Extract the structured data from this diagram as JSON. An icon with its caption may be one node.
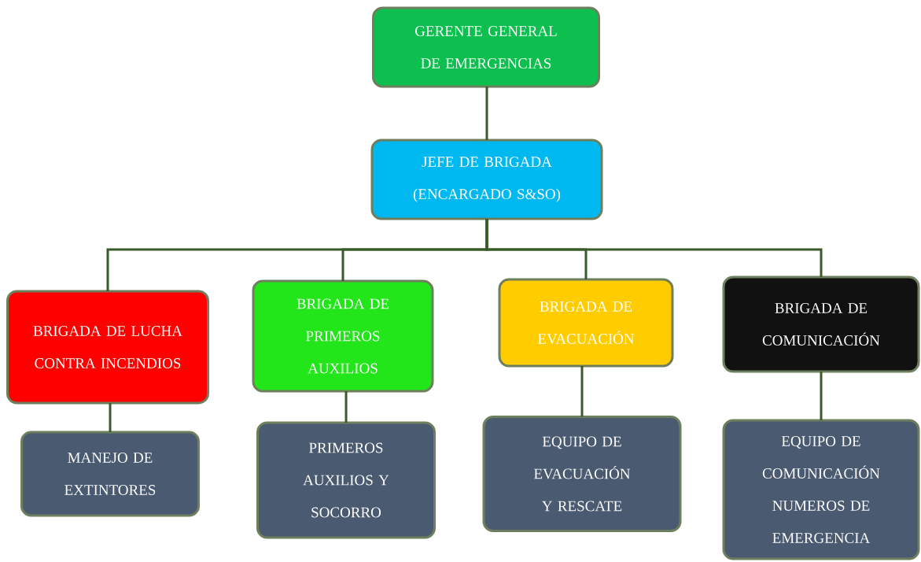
{
  "diagram": {
    "nodes": [
      {
        "text": [
          "GERENTE GENERAL DE EMERGENCIAS"
        ]
      },
      {
        "text": [
          "JEFE DE BRIGADA (ENCARGADO S&SO)"
        ]
      },
      {
        "text": [
          "BRIGADA DE LUCHA CONTRA INCENDIOS"
        ]
      },
      {
        "text": [
          "BRIGADA DE PRIMEROS AUXILIOS"
        ]
      },
      {
        "text": [
          "BRIGADA DE EVACUACIÓN"
        ]
      },
      {
        "text": [
          "BRIGADA DE COMUNICACIÓN"
        ]
      },
      {
        "text": [
          "MANEJO DE EXTINTORES"
        ]
      },
      {
        "text": [
          "PRIMEROS AUXILIOS Y SOCORRO"
        ]
      },
      {
        "text": [
          "EQUIPO DE EVACUACIÓN Y RESCATE"
        ]
      },
      {
        "text": [
          "EQUIPO DE COMUNICACIÓN NUMEROS DE EMERGENCIA"
        ]
      }
    ],
    "edges": [
      {
        "from": 0,
        "to": 1,
        "arrow": "none"
      },
      {
        "from": 1,
        "to": 2,
        "arrow": "none"
      },
      {
        "from": 1,
        "to": 3,
        "arrow": "none"
      },
      {
        "from": 1,
        "to": 4,
        "arrow": "none"
      },
      {
        "from": 1,
        "to": 5,
        "arrow": "none"
      },
      {
        "from": 2,
        "to": 6,
        "arrow": "none"
      },
      {
        "from": 3,
        "to": 7,
        "arrow": "none"
      },
      {
        "from": 4,
        "to": 8,
        "arrow": "none"
      },
      {
        "from": 5,
        "to": 9,
        "arrow": "none"
      }
    ]
  }
}
